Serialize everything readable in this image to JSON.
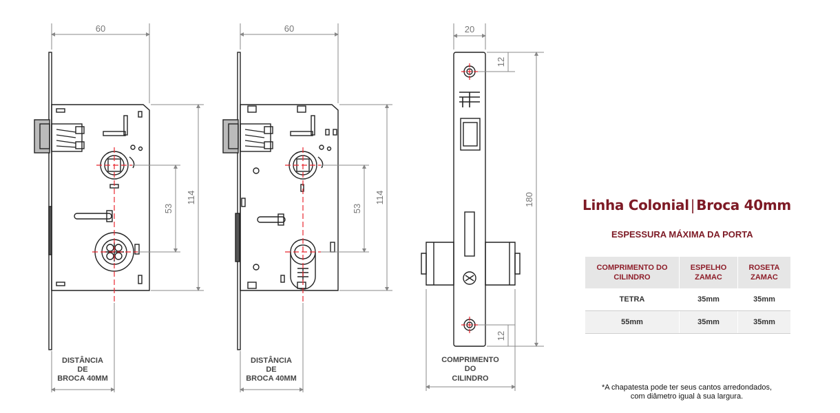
{
  "title": {
    "main": "Linha Colonial",
    "separator": "|",
    "sub": "Broca 40mm"
  },
  "subtitle": "ESPESSURA MÁXIMA DA PORTA",
  "table": {
    "headers": [
      "COMPRIMENTO DO CILINDRO",
      "ESPELHO ZAMAC",
      "ROSETA ZAMAC"
    ],
    "rows": [
      [
        "TETRA",
        "35mm",
        "35mm"
      ],
      [
        "55mm",
        "35mm",
        "35mm"
      ]
    ]
  },
  "footnote": {
    "line1": "*A chapatesta pode ter seus cantos arredondados,",
    "line2": "com diâmetro igual à sua largura."
  },
  "drawings": {
    "left": {
      "width_dim": "60",
      "center_dim": "53",
      "height_dim": "114",
      "caption": [
        "DISTÂNCIA",
        "DE",
        "BROCA 40MM"
      ]
    },
    "middle": {
      "width_dim": "60",
      "center_dim": "53",
      "height_dim": "114",
      "caption": [
        "DISTÂNCIA",
        "DE",
        "BROCA 40MM"
      ]
    },
    "side": {
      "width_dim": "20",
      "top_dim": "12",
      "bottom_dim": "12",
      "height_dim": "180",
      "caption": [
        "COMPRIMENTO",
        "DO",
        "CILINDRO"
      ]
    }
  },
  "colors": {
    "accent": "#7d1a25",
    "centerline": "#e8262e",
    "dimension": "#888888"
  }
}
